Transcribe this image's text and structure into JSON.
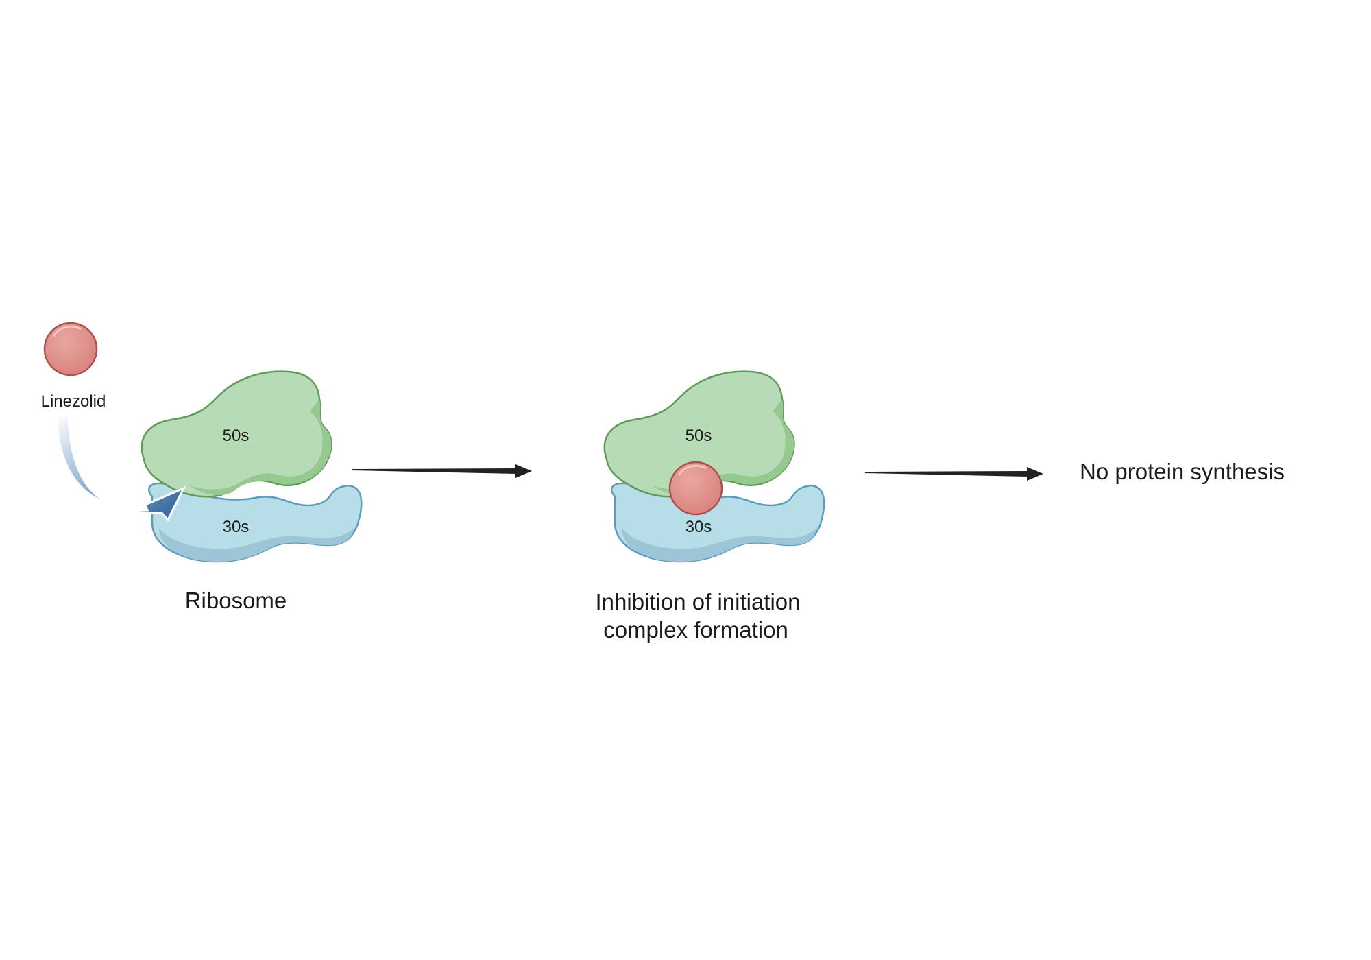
{
  "drug": {
    "label": "Linezolid"
  },
  "ribosome_1": {
    "large_subunit": "50s",
    "small_subunit": "30s",
    "caption": "Ribosome"
  },
  "ribosome_2": {
    "large_subunit": "50s",
    "small_subunit": "30s",
    "caption_line1": "Inhibition of initiation",
    "caption_line2": "complex formation"
  },
  "outcome": {
    "label": "No protein synthesis"
  },
  "colors": {
    "large_subunit_fill": "#b8dbb7",
    "large_subunit_shade": "#96c98f",
    "large_subunit_stroke": "#5f9a58",
    "small_subunit_fill": "#b7dde8",
    "small_subunit_shade": "#9cc6d6",
    "small_subunit_stroke": "#5d9bbd",
    "drug_fill": "#dd8b85",
    "drug_stroke": "#a9524d",
    "curved_arrow": "#2a5f96",
    "process_arrow": "#222222"
  }
}
